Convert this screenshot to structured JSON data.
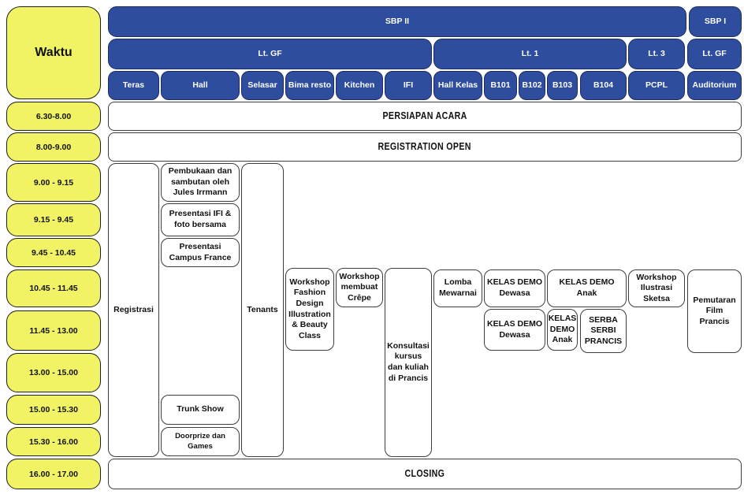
{
  "waktu_label": "Waktu",
  "buildings": {
    "sbp2": "SBP II",
    "sbp1": "SBP I"
  },
  "floors": {
    "gf_left": "Lt. GF",
    "lt1": "Lt. 1",
    "lt3": "Lt. 3",
    "gf_right": "Lt. GF"
  },
  "rooms": [
    "Teras",
    "Hall",
    "Selasar",
    "Bima resto",
    "Kitchen",
    "IFI",
    "Hall Kelas",
    "B101",
    "B102",
    "B103",
    "B104",
    "PCPL",
    "Auditorium"
  ],
  "times": [
    "6.30-8.00",
    "8.00-9.00",
    "9.00 - 9.15",
    "9.15 - 9.45",
    "9.45 - 10.45",
    "10.45 - 11.45",
    "11.45 - 13.00",
    "13.00 - 15.00",
    "15.00 - 15.30",
    "15.30 - 16.00",
    "16.00 - 17.00"
  ],
  "events": {
    "persiapan": "PERSIAPAN ACARA",
    "registration": "REGISTRATION OPEN",
    "registrasi": "Registrasi",
    "pembukaan": "Pembukaan dan sambutan oleh Jules Irrmann",
    "presentasi_ifi": "Presentasi IFI & foto bersama",
    "presentasi_campus": "Presentasi Campus France",
    "tenants": "Tenants",
    "workshop_fashion": "Workshop Fashion Design Illustration & Beauty Class",
    "workshop_crepe": "Workshop membuat Crêpe",
    "konsultasi": "Konsultasi kursus dan kuliah di Prancis",
    "lomba": "Lomba Mewarnai",
    "kelas_demo_dewasa_1": "KELAS DEMO Dewasa",
    "kelas_demo_anak_1": "KELAS DEMO Anak",
    "kelas_demo_dewasa_2": "KELAS DEMO Dewasa",
    "kelas_demo_anak_2": "KELAS DEMO Anak",
    "serba_serbi": "SERBA SERBI PRANCIS",
    "workshop_ilustrasi": "Workshop Ilustrasi Sketsa",
    "pemutaran": "Pemutaran Film Prancis",
    "trunk_show": "Trunk Show",
    "doorprize": "Doorprize dan Games",
    "closing": "CLOSING"
  },
  "colors": {
    "header_blue": "#2e4d9e",
    "time_yellow": "#f1f364",
    "event_bg": "#ffffff",
    "text_dark": "#111111",
    "text_light": "#ffffff"
  }
}
